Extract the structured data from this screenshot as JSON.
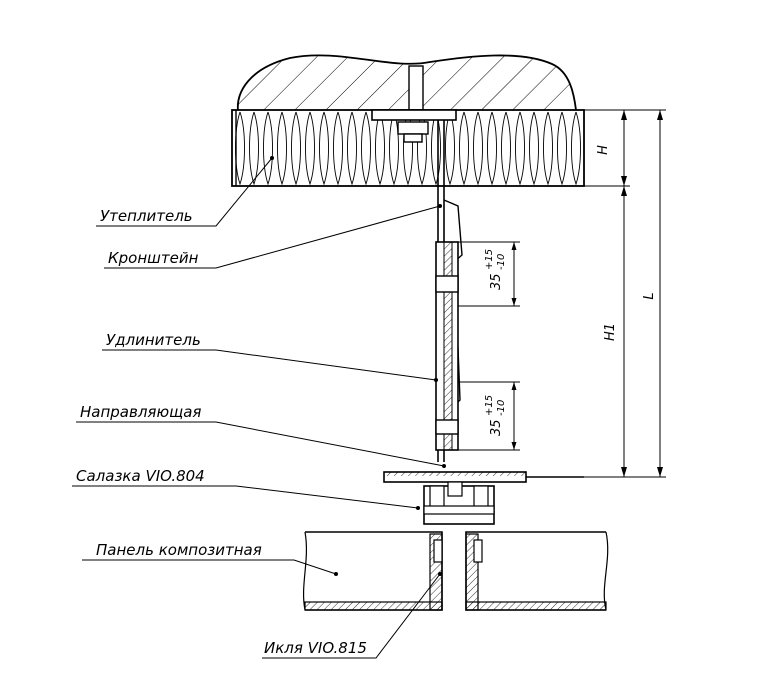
{
  "labels": {
    "insulation": "Утеплитель",
    "bracket": "Кронштейн",
    "extension": "Удлинитель",
    "guide": "Направляющая",
    "slide": "Салазка VIO.804",
    "panel": "Панель композитная",
    "needle": "Икля VIO.815"
  },
  "dimensions": {
    "h": "H",
    "h1": "H1",
    "l": "L",
    "offset_top": {
      "nominal": "35",
      "plus": "+15",
      "minus": "-10"
    },
    "offset_bottom": {
      "nominal": "35",
      "plus": "+15",
      "minus": "-10"
    }
  }
}
